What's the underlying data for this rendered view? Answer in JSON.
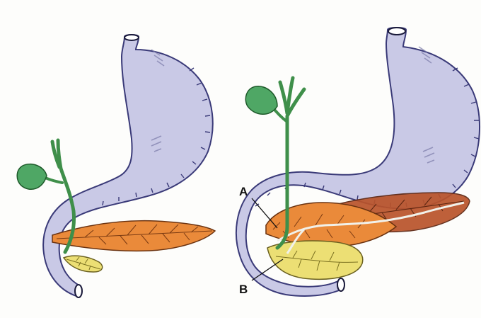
{
  "labels": {
    "a": "A",
    "b": "B"
  },
  "colors": {
    "stomach": "#c9c9e6",
    "stomach_outline": "#3a3a78",
    "gallbladder": "#4fa765",
    "duct": "#3f8f4a",
    "pancreas_head_orange": "#ea8a3a",
    "pancreas_tail_dark": "#b9532a",
    "ventral_pancreas_yellow": "#ecdf74",
    "pancreatic_duct": "#f1f1ea",
    "outline": "#2a2a2a"
  },
  "panels": [
    {
      "name": "left-panel",
      "stage": "early"
    },
    {
      "name": "right-panel",
      "stage": "rotated"
    }
  ]
}
